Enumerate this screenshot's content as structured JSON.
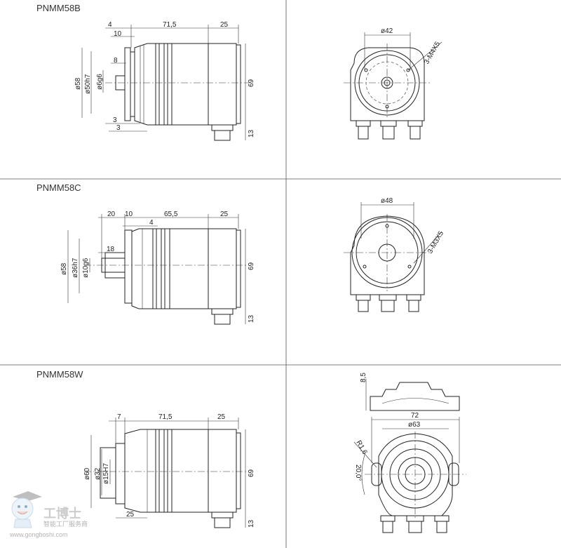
{
  "sections": [
    {
      "title": "PNMM58B",
      "side": {
        "d_top": [
          "4",
          "10",
          "71,5",
          "25"
        ],
        "d_left": [
          "ø58",
          "ø50h7",
          "ø6g6"
        ],
        "d_shaft": "8",
        "d_bottom": [
          "3",
          "3"
        ],
        "d_height": "69",
        "d_conn": "13"
      },
      "front": {
        "diameter": "ø42",
        "thread": "3-M4X5"
      }
    },
    {
      "title": "PNMM58C",
      "side": {
        "d_top": [
          "20",
          "10",
          "65,5",
          "25"
        ],
        "d_small": "4",
        "d_left": [
          "ø58",
          "ø36h7",
          "ø10g6"
        ],
        "d_shaft": "18",
        "d_height": "69",
        "d_conn": "13"
      },
      "front": {
        "diameter": "ø48",
        "thread": "3-M3X5"
      }
    },
    {
      "title": "PNMM58W",
      "side": {
        "d_top": [
          "7",
          "71,5",
          "25"
        ],
        "d_left": [
          "ø60",
          "ø32",
          "ø15H7"
        ],
        "d_bottom": "25",
        "d_height": "69",
        "d_conn": "13"
      },
      "front": {
        "height_top": "8,5",
        "width": "72",
        "diameter": "ø63",
        "radius": "R1,6",
        "angle": "20,0°"
      }
    }
  ],
  "watermark": {
    "brand": "工博士",
    "slogan": "智能工厂服务商",
    "url": "www.gongboshi.com"
  }
}
